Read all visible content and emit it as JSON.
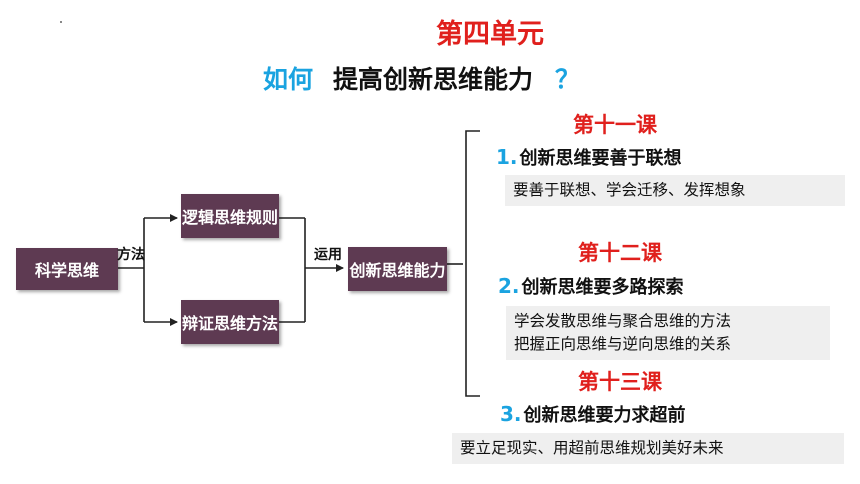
{
  "unit_title": "第四单元",
  "question": {
    "part1": "如何",
    "part2": "提高创新思维能力",
    "part3": "？"
  },
  "flow": {
    "start": "科学思维",
    "label_method": "方法",
    "branch_top": "逻辑思维规则",
    "branch_bottom": "辩证思维方法",
    "label_apply": "运用",
    "result": "创新思维能力"
  },
  "lessons": [
    {
      "title": "第十一课",
      "number": "1.",
      "topic": "创新思维要善于联想",
      "details": [
        "要善于联想、学会迁移、发挥想象"
      ]
    },
    {
      "title": "第十二课",
      "number": "2.",
      "topic": "创新思维要多路探索",
      "details": [
        "学会发散思维与聚合思维的方法",
        "把握正向思维与逆向思维的关系"
      ]
    },
    {
      "title": "第十三课",
      "number": "3.",
      "topic": "创新思维要力求超前",
      "details": [
        "要立足现实、用超前思维规划美好未来"
      ]
    }
  ],
  "colors": {
    "box": "#5e3a52",
    "red": "#e0201d",
    "blue": "#1aa3e0",
    "desc_bg": "#efefef"
  }
}
